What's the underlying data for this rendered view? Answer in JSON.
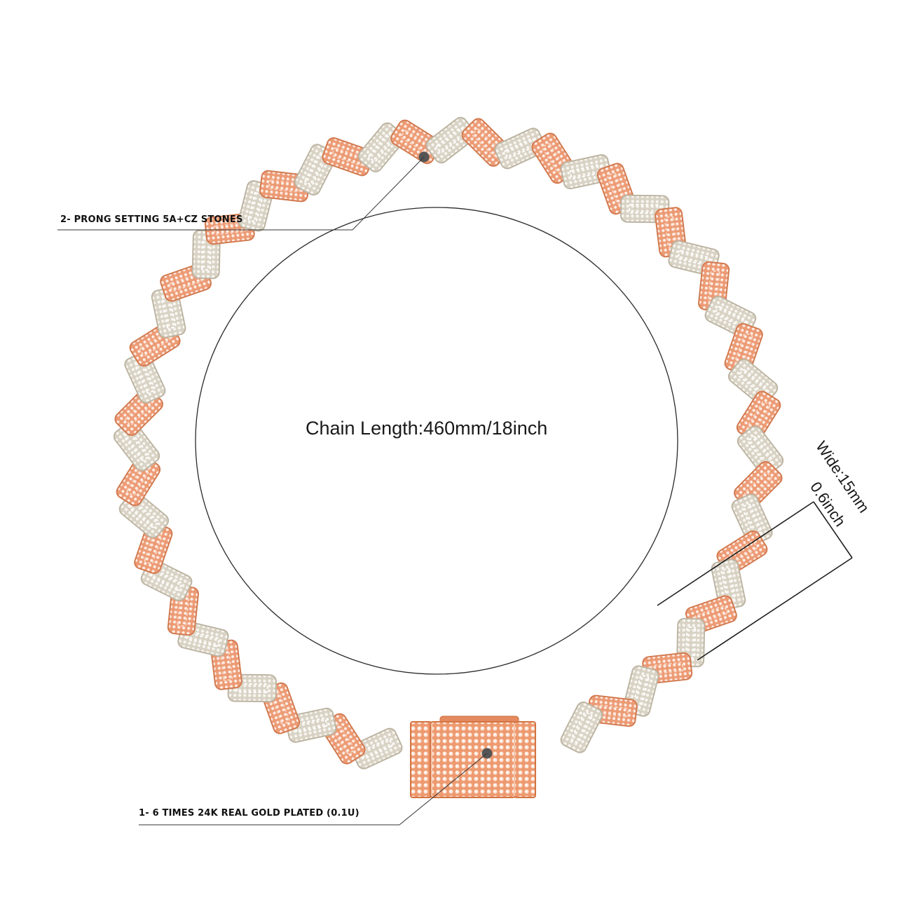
{
  "product": {
    "type": "cuban link chain necklace",
    "tones": [
      "rose gold",
      "white gold"
    ],
    "colors": {
      "rose": "#EC9A74",
      "rose_dark": "#D97B52",
      "white": "#E4DFD3",
      "white_dark": "#C9C2B2",
      "stone": "#FFF8F0",
      "line": "#222222",
      "dot": "#555555"
    }
  },
  "annotations": {
    "prong_setting": "2- PRONG SETTING 5A+CZ STONES",
    "gold_plated": "1-  6 TIMES 24K REAL GOLD PLATED (0.1U)",
    "chain_length": "Chain Length:460mm/18inch",
    "width_mm": "Wide:15mm",
    "width_inch": "0.6inch"
  }
}
